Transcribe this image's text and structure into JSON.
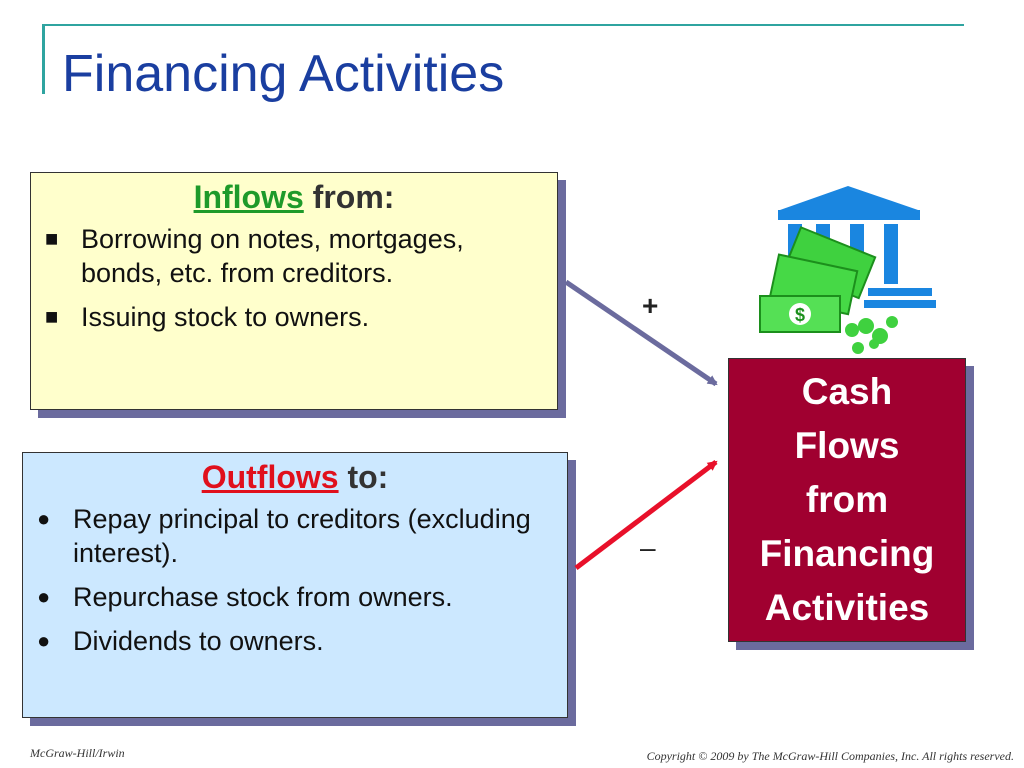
{
  "title": "Financing Activities",
  "inflows": {
    "keyword": "Inflows",
    "suffix": "from:",
    "bullet_glyph": "■",
    "items": [
      "Borrowing on notes, mortgages, bonds, etc. from creditors.",
      "Issuing stock to owners."
    ]
  },
  "outflows": {
    "keyword": "Outflows",
    "suffix": "to:",
    "bullet_glyph": "●",
    "items": [
      "Repay principal to creditors (excluding interest).",
      "Repurchase stock from owners.",
      "Dividends to owners."
    ]
  },
  "cash_box": {
    "lines": [
      "Cash",
      "Flows",
      "from",
      "Financing",
      "Activities"
    ]
  },
  "signs": {
    "plus": "+",
    "minus": "–"
  },
  "icon": {
    "name": "bank-money-icon",
    "dollar_glyph": "$"
  },
  "colors": {
    "title": "#1a3ea0",
    "inflow_bg": "#ffffcc",
    "outflow_bg": "#cce8ff",
    "cash_bg": "#a00030",
    "inflow_kw": "#1e9a2a",
    "outflow_kw": "#e0101c",
    "inflow_arrow": "#6b6b9e",
    "outflow_arrow": "#e8102a"
  },
  "footer": {
    "left": "McGraw-Hill/Irwin",
    "right": "Copyright © 2009 by The McGraw-Hill Companies, Inc. All rights reserved."
  }
}
